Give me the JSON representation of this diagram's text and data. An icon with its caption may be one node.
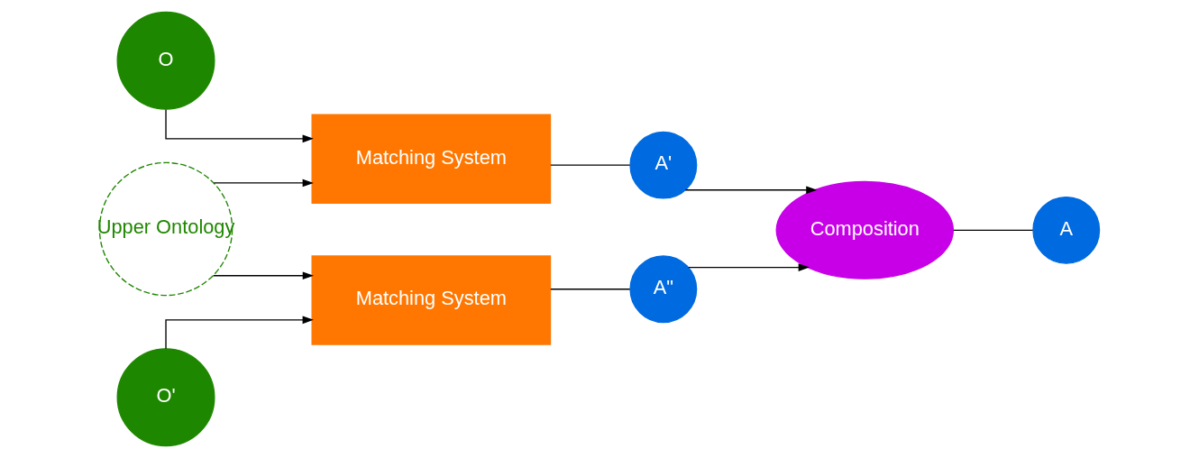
{
  "diagram": {
    "nodes": [
      {
        "text": [
          "O"
        ]
      },
      {
        "text": [
          "Upper Ontology"
        ]
      },
      {
        "text": [
          "O'"
        ]
      },
      {
        "text": [
          "Matching System"
        ]
      },
      {
        "text": [
          "Matching System"
        ]
      },
      {
        "text": [
          "A'"
        ]
      },
      {
        "text": [
          "A\""
        ]
      },
      {
        "text": [
          "Composition"
        ]
      },
      {
        "text": [
          "A"
        ]
      }
    ],
    "edges": [
      {
        "from": 0,
        "to": 3,
        "arrow": "to"
      },
      {
        "from": 1,
        "to": 3,
        "arrow": "to"
      },
      {
        "from": 1,
        "to": 4,
        "arrow": "to"
      },
      {
        "from": 2,
        "to": 4,
        "arrow": "to"
      },
      {
        "from": 3,
        "to": 5,
        "arrow": "none"
      },
      {
        "from": 4,
        "to": 6,
        "arrow": "none"
      },
      {
        "from": 5,
        "to": 7,
        "arrow": "to"
      },
      {
        "from": 6,
        "to": 7,
        "arrow": "to"
      },
      {
        "from": 7,
        "to": 8,
        "arrow": "none"
      }
    ]
  }
}
